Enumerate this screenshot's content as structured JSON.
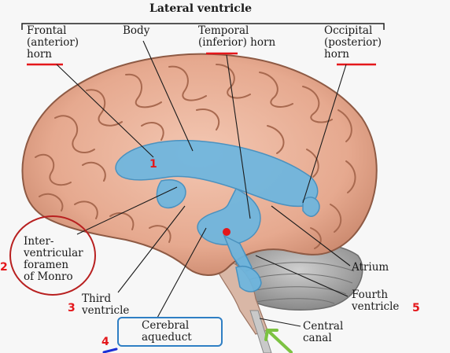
{
  "title": "Lateral ventricle",
  "labels": {
    "frontal": "Frontal\n(anterior)\nhorn",
    "body": "Body",
    "temporal": "Temporal\n(inferior) horn",
    "occipital": "Occipital\n(posterior)\nhorn",
    "foramen": "Inter-\nventricular\nforamen\nof Monro",
    "third": "Third\nventricle",
    "aqueduct": "Cerebral\naqueduct",
    "atrium": "Atrium",
    "fourth": "Fourth\nventricle",
    "central": "Central\ncanal"
  },
  "numbers": {
    "n1": "1",
    "n2": "2",
    "n3": "3",
    "n4": "4",
    "n5": "5"
  },
  "colors": {
    "brain": "#e9b29a",
    "brain_dark": "#b97f66",
    "ventricle": "#6cb6e0",
    "ventricle_edge": "#3e8fc2",
    "underline": "#e4171b",
    "circle": "#b82020",
    "box": "#2f7fc4",
    "arrow_green": "#7cc242",
    "arrow_blue": "#1a2fd6"
  }
}
